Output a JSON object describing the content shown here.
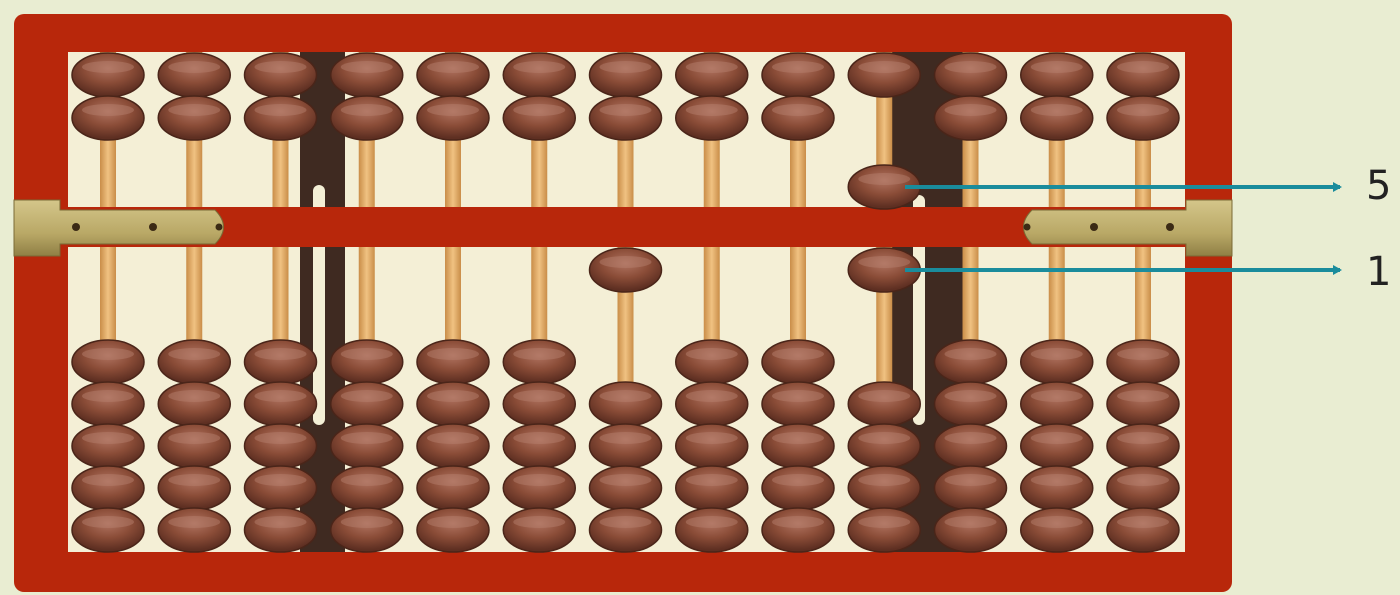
{
  "diagram": {
    "type": "suanpan-abacus",
    "rods": 13,
    "upper_beads_per_rod": 2,
    "lower_beads_per_rod": 5,
    "featured_rod": 10,
    "callouts": [
      {
        "label": "5",
        "bead": "upper-bead",
        "meaning": "five"
      },
      {
        "label": "1",
        "bead": "lower-bead",
        "meaning": "one"
      }
    ],
    "rods_detail": [
      {
        "upper_active": 0,
        "lower_active": 0
      },
      {
        "upper_active": 0,
        "lower_active": 0
      },
      {
        "upper_active": 0,
        "lower_active": 0
      },
      {
        "upper_active": 0,
        "lower_active": 0
      },
      {
        "upper_active": 0,
        "lower_active": 0
      },
      {
        "upper_active": 0,
        "lower_active": 0
      },
      {
        "upper_active": 0,
        "lower_active": 1
      },
      {
        "upper_active": 0,
        "lower_active": 0
      },
      {
        "upper_active": 0,
        "lower_active": 0
      },
      {
        "upper_active": 1,
        "lower_active": 1
      },
      {
        "upper_active": 0,
        "lower_active": 0
      },
      {
        "upper_active": 0,
        "lower_active": 0
      },
      {
        "upper_active": 0,
        "lower_active": 0
      }
    ]
  },
  "colors": {
    "background": "#e9edd2",
    "frame": "#b8270b",
    "frame_inner": "#f4efd6",
    "rod": "#e2a85f",
    "bead": "#8a4c37",
    "bead_highlight": "#a86a55",
    "bead_shadow": "#5e2f22",
    "brass": "#c2b273",
    "arrow": "#1a8c9c",
    "shadow": "#2b140d"
  },
  "labels": {
    "five": "5",
    "one": "1"
  }
}
